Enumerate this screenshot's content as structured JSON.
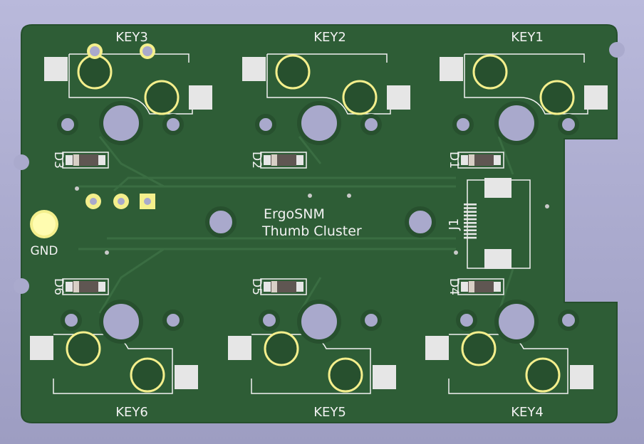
{
  "board": {
    "title_line1": "ErgoSNM",
    "title_line2": "Thumb Cluster",
    "gnd_label": "GND",
    "connector_label": "J1"
  },
  "keys": [
    {
      "label": "KEY3",
      "diode": "D3"
    },
    {
      "label": "KEY2",
      "diode": "D2"
    },
    {
      "label": "KEY1",
      "diode": "D1"
    },
    {
      "label": "KEY6",
      "diode": "D6"
    },
    {
      "label": "KEY5",
      "diode": "D5"
    },
    {
      "label": "KEY4",
      "diode": "D4"
    }
  ],
  "colors": {
    "background": "#aaaacd",
    "board": "#2e5d36",
    "copper_zone": "#27502e",
    "pad": "#e6e6e6",
    "gold": "#f4ef8c",
    "hole": "#a9a9cc",
    "silk": "#f2f2f2"
  }
}
